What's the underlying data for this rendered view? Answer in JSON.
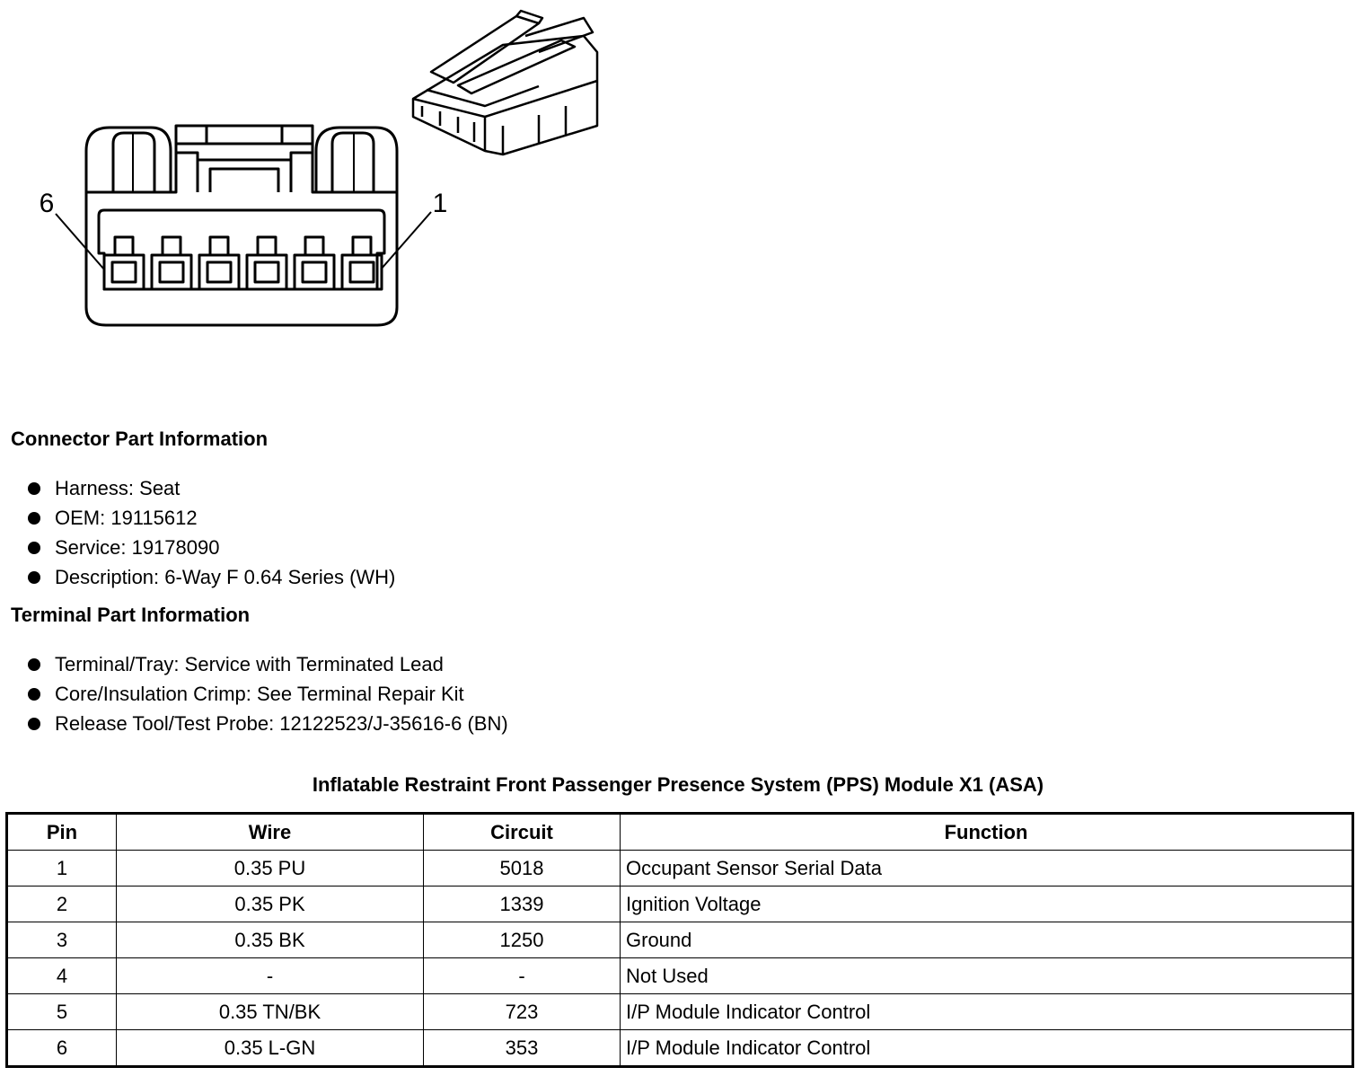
{
  "diagram": {
    "pin_label_left": "6",
    "pin_label_right": "1"
  },
  "connector_info": {
    "heading": "Connector Part Information",
    "items": [
      "Harness: Seat",
      "OEM: 19115612",
      "Service: 19178090",
      "Description: 6-Way F 0.64 Series (WH)"
    ]
  },
  "terminal_info": {
    "heading": "Terminal Part Information",
    "items": [
      "Terminal/Tray: Service with Terminated Lead",
      "Core/Insulation Crimp: See Terminal Repair Kit",
      "Release Tool/Test Probe: 12122523/J-35616-6 (BN)"
    ]
  },
  "table": {
    "title": "Inflatable Restraint Front Passenger Presence System (PPS) Module X1 (ASA)",
    "headers": [
      "Pin",
      "Wire",
      "Circuit",
      "Function"
    ],
    "rows": [
      [
        "1",
        "0.35 PU",
        "5018",
        "Occupant Sensor Serial Data"
      ],
      [
        "2",
        "0.35 PK",
        "1339",
        "Ignition Voltage"
      ],
      [
        "3",
        "0.35 BK",
        "1250",
        "Ground"
      ],
      [
        "4",
        "-",
        "-",
        "Not Used"
      ],
      [
        "5",
        "0.35 TN/BK",
        "723",
        "I/P Module Indicator Control"
      ],
      [
        "6",
        "0.35 L-GN",
        "353",
        "I/P Module Indicator Control"
      ]
    ]
  }
}
